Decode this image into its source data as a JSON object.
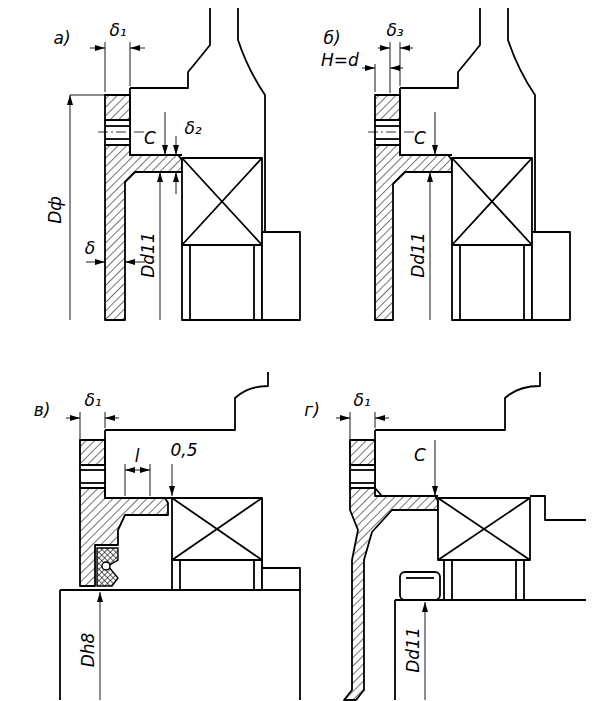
{
  "diagram": {
    "labels": [
      "а)",
      "δ₁",
      "C",
      "δ₂",
      "Dф",
      "δ",
      "Dd11",
      "б)",
      "δ₃",
      "H=d",
      "C",
      "Dd11",
      "в)",
      "δ₁",
      "l",
      "0,5",
      "Dh8",
      "г)",
      "δ₁",
      "C",
      "Dd11"
    ]
  }
}
